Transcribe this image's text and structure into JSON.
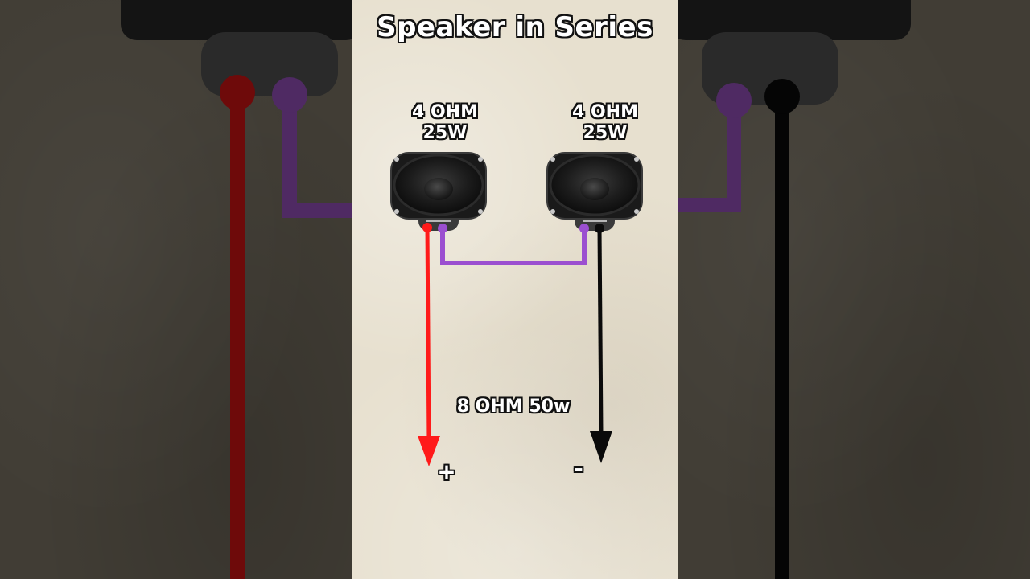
{
  "title": "Speaker in Series",
  "speakers": [
    {
      "impedance": "4 OHM",
      "power": "25W"
    },
    {
      "impedance": "4 OHM",
      "power": "25W"
    }
  ],
  "total_label": "8 OHM 50w",
  "positive_label": "+",
  "negative_label": "-",
  "colors": {
    "positive_wire": "#ff1a1a",
    "series_link_wire": "#9b4fd0",
    "negative_wire": "#0a0a0a",
    "panel_background": "#e7e0cf",
    "side_background": "#413d35"
  }
}
